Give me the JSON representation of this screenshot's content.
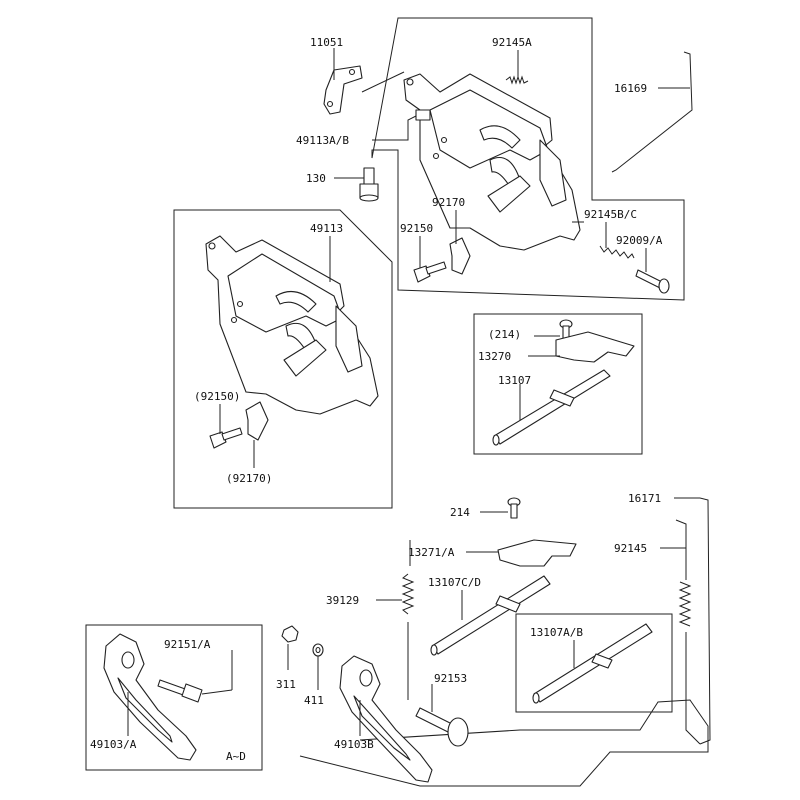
{
  "labels": {
    "p11051": "11051",
    "p92145A": "92145A",
    "p16169": "16169",
    "p49113AB": "49113A/B",
    "p130": "130",
    "p92170": "92170",
    "p92150": "92150",
    "p92145BC": "92145B/C",
    "p92009A": "92009/A",
    "p49113": "49113",
    "p92150b": "(92150)",
    "p92170b": "(92170)",
    "p214b": "(214)",
    "p13270": "13270",
    "p13107": "13107",
    "p214": "214",
    "p16171": "16171",
    "p13271A": "13271/A",
    "p92145": "92145",
    "p39129": "39129",
    "p13107CD": "13107C/D",
    "p13107AB": "13107A/B",
    "p92151A": "92151/A",
    "p311": "311",
    "p411": "411",
    "p92153": "92153",
    "p49103A": "49103/A",
    "pAD": "A~D",
    "p49103B": "49103B"
  }
}
